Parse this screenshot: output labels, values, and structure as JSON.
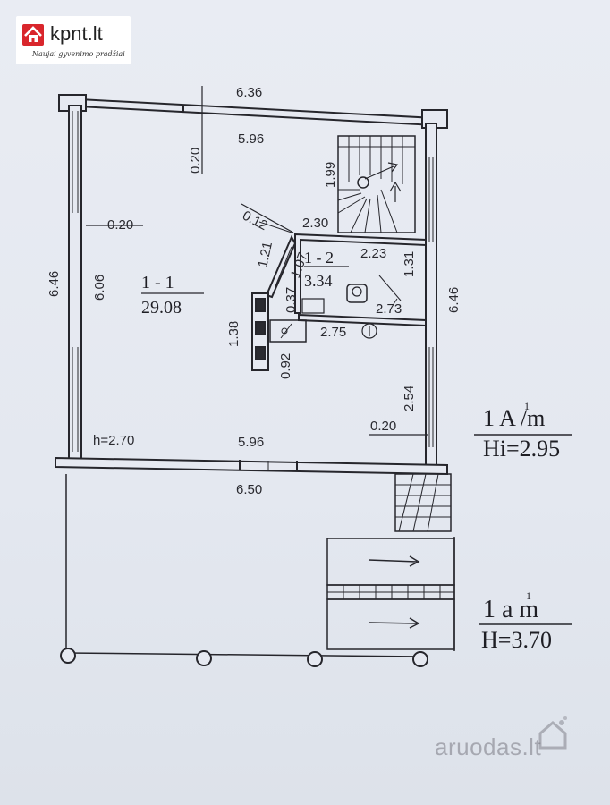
{
  "brand": {
    "name": "kpnt.lt",
    "tagline": "Naujai gyvenimo pradžiai"
  },
  "watermark": "aruodas.lt",
  "plan": {
    "dims": {
      "top_outer": "6.36",
      "top_inner": "5.96",
      "wall_top": "0.20",
      "stair_height": "1.99",
      "left_wall": "0.20",
      "left_outer": "6.46",
      "left_inner": "6.06",
      "diag_small": "0.12",
      "stair_width": "2.30",
      "bath_a": "1.21",
      "bath_b": "1.07",
      "bath_width": "2.23",
      "bath_height": "1.31",
      "right_outer": "6.46",
      "wall_037": "0.37",
      "bath_bottom": "2.73",
      "chimney": "1.38",
      "wall_092": "0.92",
      "sink_width": "2.75",
      "right_lower": "2.54",
      "right_wall": "0.20",
      "height_room": "h=2.70",
      "bottom_inner": "5.96",
      "bottom_outer": "6.50"
    },
    "rooms": {
      "room1_id": "1 - 1",
      "room1_area": "29.08",
      "room2_id": "1 - 2",
      "room2_area": "3.34"
    },
    "floor_labels": {
      "floor_a": "1 A /m",
      "floor_a_sup": "1",
      "floor_a_height": "Hi=2.95",
      "terrace": "1 a  m",
      "terrace_sup": "1",
      "terrace_height": "H=3.70"
    }
  }
}
